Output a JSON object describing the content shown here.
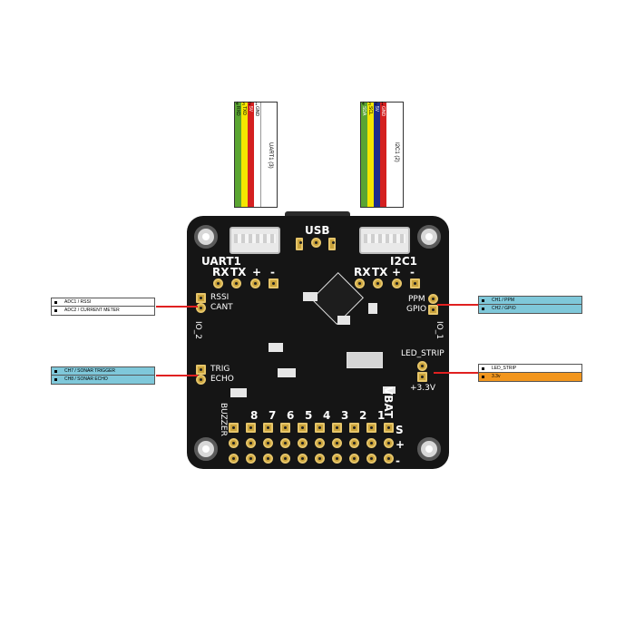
{
  "wire_strips": [
    {
      "id": "uart1",
      "title": "UART1 (3)",
      "wires": [
        {
          "num": "4",
          "label": "RXD",
          "color": "#5aa532",
          "text_light": false
        },
        {
          "num": "3",
          "label": "TXD",
          "color": "#f4e600",
          "text_light": false
        },
        {
          "num": "2",
          "label": "5V",
          "color": "#d42020",
          "text_light": true
        },
        {
          "num": "1",
          "label": "GND",
          "color": "#ffffff",
          "text_light": false
        }
      ]
    },
    {
      "id": "i2c1",
      "title": "I2C1 (2)",
      "wires": [
        {
          "num": "4",
          "label": "SDA",
          "color": "#5aa532",
          "text_light": true
        },
        {
          "num": "3",
          "label": "SCL",
          "color": "#f4e600",
          "text_light": false
        },
        {
          "num": "2",
          "label": "5V",
          "color": "#1e2c8c",
          "text_light": true
        },
        {
          "num": "1",
          "label": "GND",
          "color": "#d42020",
          "text_light": true
        }
      ]
    }
  ],
  "left_labels": [
    {
      "rows": [
        {
          "text": "ADC1 / RSSI",
          "fill": "white"
        },
        {
          "text": "ADC2 / CURRENT METER",
          "fill": "white"
        }
      ]
    },
    {
      "rows": [
        {
          "text": "CH7 / SONAR TRIGGER",
          "fill": "blue"
        },
        {
          "text": "CH8 / SONAR ECHO",
          "fill": "blue"
        }
      ]
    }
  ],
  "right_labels": [
    {
      "rows": [
        {
          "text": "CH1 / PPM",
          "fill": "blue"
        },
        {
          "text": "CH2 / GPIO",
          "fill": "blue"
        }
      ]
    },
    {
      "rows": [
        {
          "text": "LED_STRIP",
          "fill": "white"
        },
        {
          "text": "3.3v",
          "fill": "orange"
        }
      ]
    }
  ],
  "board_silkscreen": {
    "usb": "USB",
    "uart1": "UART1",
    "i2c1": "I2C1",
    "uart_pins": [
      "RX",
      "TX",
      "+",
      "-"
    ],
    "i2c_pins": [
      "RX",
      "TX",
      "+",
      "-"
    ],
    "rssi": "RSSI",
    "cant": "CANT",
    "io2": "IO_2",
    "io1": "IO_1",
    "trig": "TRIG",
    "echo": "ECHO",
    "ppm": "PPM",
    "gpio": "GPIO",
    "led_strip": "LED_STRIP",
    "v33": "+3.3V",
    "buzzer": "BUZZER",
    "vbat": "VBAT",
    "channels": [
      "8",
      "7",
      "6",
      "5",
      "4",
      "3",
      "2",
      "1"
    ],
    "s": "S",
    "plus": "+",
    "minus": "-"
  },
  "colors": {
    "board": "#151515",
    "leader_line": "#e02020",
    "label_blue": "#7fc8da",
    "label_orange": "#f2961d",
    "pad_gold": "#c9a23a"
  }
}
